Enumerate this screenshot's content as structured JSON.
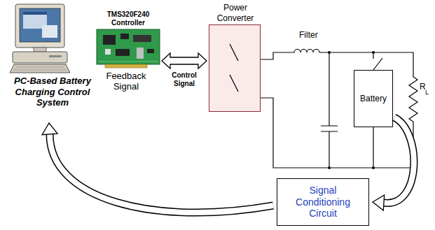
{
  "diagram": {
    "nodes": [
      {
        "text": [
          "PC-Based Battery Charging Control System"
        ]
      },
      {
        "text": [
          "TMS320F240 Controller"
        ]
      },
      {
        "text": [
          "Power Converter"
        ]
      },
      {
        "text": [
          "Battery"
        ]
      },
      {
        "text": [
          "Signal Conditioning Circuit"
        ]
      }
    ],
    "edges": [
      {
        "from": 1,
        "to": 2,
        "arrow": "both",
        "label": "Control Signal"
      },
      {
        "from": 3,
        "to": 4,
        "arrow": "to"
      },
      {
        "from": 4,
        "to": 0,
        "arrow": "to"
      }
    ],
    "labels": [
      "Feedback Signal",
      "Filter",
      "R",
      "L"
    ]
  }
}
